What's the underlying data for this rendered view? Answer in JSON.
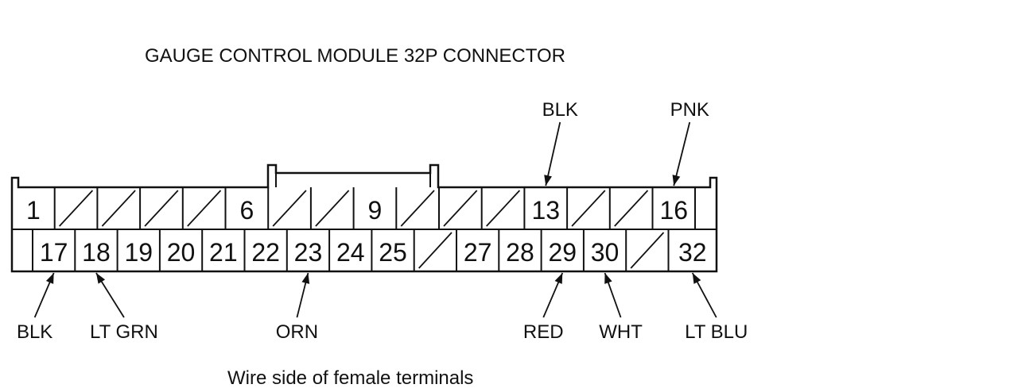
{
  "title": "GAUGE CONTROL MODULE 32P CONNECTOR",
  "caption": "Wire side of female terminals",
  "connector": {
    "top_row": [
      {
        "pin": "1"
      },
      {
        "pin": ""
      },
      {
        "pin": ""
      },
      {
        "pin": ""
      },
      {
        "pin": ""
      },
      {
        "pin": "6"
      },
      {
        "pin": ""
      },
      {
        "pin": ""
      },
      {
        "pin": "9"
      },
      {
        "pin": ""
      },
      {
        "pin": ""
      },
      {
        "pin": ""
      },
      {
        "pin": "13"
      },
      {
        "pin": ""
      },
      {
        "pin": ""
      },
      {
        "pin": "16"
      }
    ],
    "bottom_row": [
      {
        "pin": "17"
      },
      {
        "pin": "18"
      },
      {
        "pin": "19"
      },
      {
        "pin": "20"
      },
      {
        "pin": "21"
      },
      {
        "pin": "22"
      },
      {
        "pin": "23"
      },
      {
        "pin": "24"
      },
      {
        "pin": "25"
      },
      {
        "pin": ""
      },
      {
        "pin": "27"
      },
      {
        "pin": "28"
      },
      {
        "pin": "29"
      },
      {
        "pin": "30"
      },
      {
        "pin": ""
      },
      {
        "pin": "32"
      }
    ]
  },
  "wires": [
    {
      "pin": "13",
      "color": "BLK"
    },
    {
      "pin": "16",
      "color": "PNK"
    },
    {
      "pin": "17",
      "color": "BLK"
    },
    {
      "pin": "18",
      "color": "LT GRN"
    },
    {
      "pin": "23",
      "color": "ORN"
    },
    {
      "pin": "29",
      "color": "RED"
    },
    {
      "pin": "30",
      "color": "WHT"
    },
    {
      "pin": "32",
      "color": "LT BLU"
    }
  ]
}
